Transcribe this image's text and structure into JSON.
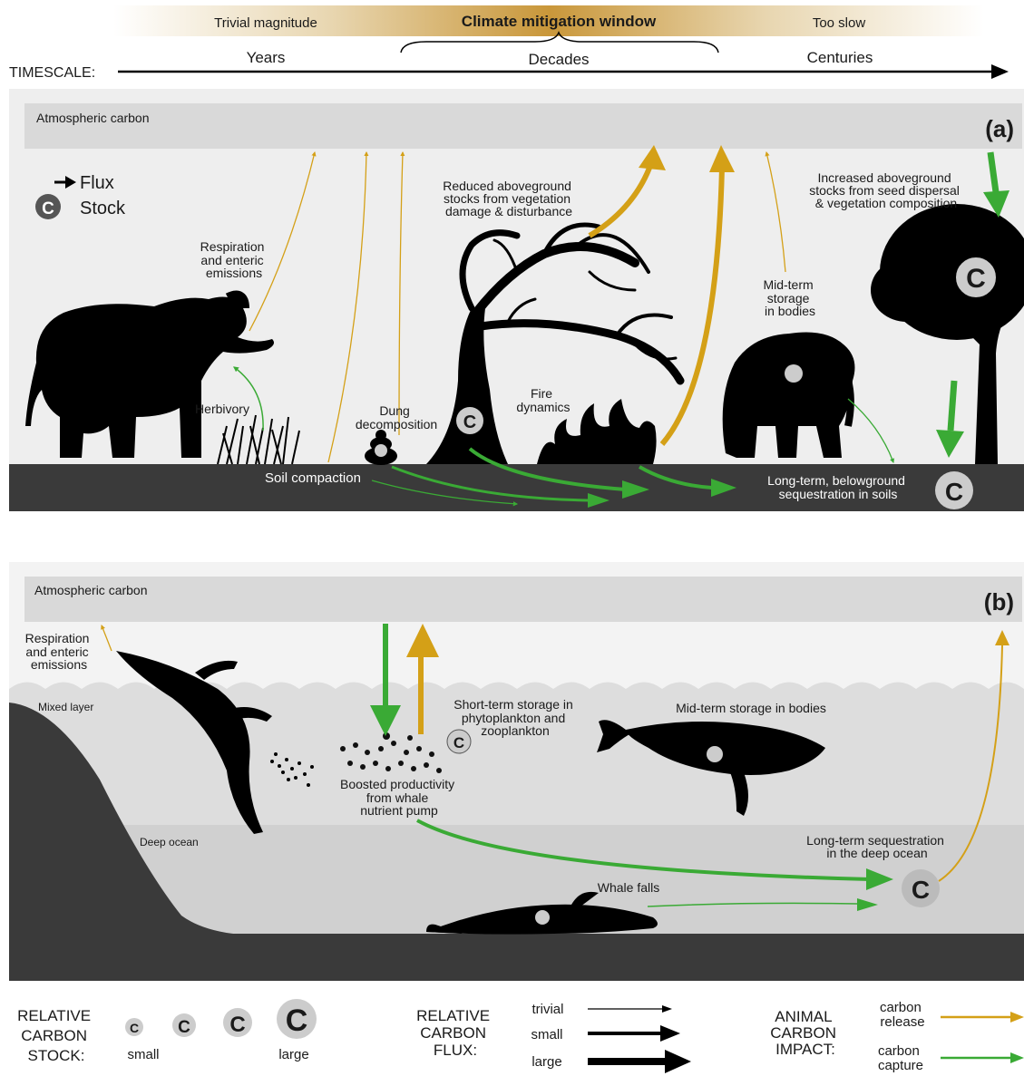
{
  "header": {
    "left_label": "Trivial magnitude",
    "center_label": "Climate mitigation window",
    "right_label": "Too slow",
    "timescale_label": "TIMESCALE:",
    "years": "Years",
    "decades": "Decades",
    "centuries": "Centuries"
  },
  "panel_a": {
    "atmosphere": "Atmospheric carbon",
    "tag": "(a)",
    "legend_flux": "Flux",
    "legend_stock": "Stock",
    "stock_letter": "C",
    "respiration": [
      "Respiration",
      "and enteric",
      "emissions"
    ],
    "herbivory": "Herbivory",
    "dung": [
      "Dung",
      "decomposition"
    ],
    "soil_compaction": "Soil compaction",
    "reduced_stocks": [
      "Reduced aboveground",
      "stocks from vegetation",
      "damage & disturbance"
    ],
    "fire": [
      "Fire",
      "dynamics"
    ],
    "mid_term": [
      "Mid-term",
      "storage",
      "in bodies"
    ],
    "increased_stocks": [
      "Increased aboveground",
      "stocks from seed dispersal",
      "& vegetation composition"
    ],
    "long_term": [
      "Long-term, belowground",
      "sequestration in soils"
    ]
  },
  "panel_b": {
    "atmosphere": "Atmospheric carbon",
    "tag": "(b)",
    "respiration": [
      "Respiration",
      "and enteric",
      "emissions"
    ],
    "mixed_layer": "Mixed layer",
    "deep_ocean": "Deep ocean",
    "short_term": [
      "Short-term storage in",
      "phytoplankton and",
      "zooplankton"
    ],
    "boosted": [
      "Boosted productivity",
      "from whale",
      "nutrient pump"
    ],
    "mid_term": "Mid-term storage in bodies",
    "long_term": [
      "Long-term sequestration",
      "in the deep ocean"
    ],
    "whale_falls": "Whale falls"
  },
  "legend": {
    "stock_title": [
      "RELATIVE",
      "CARBON",
      "STOCK:"
    ],
    "stock_small": "small",
    "stock_large": "large",
    "flux_title": [
      "RELATIVE",
      "CARBON",
      "FLUX:"
    ],
    "flux_trivial": "trivial",
    "flux_small": "small",
    "flux_large": "large",
    "impact_title": [
      "ANIMAL",
      "CARBON",
      "IMPACT:"
    ],
    "impact_release": [
      "carbon",
      "release"
    ],
    "impact_capture": [
      "carbon",
      "capture"
    ]
  },
  "colors": {
    "release": "#d4a017",
    "capture": "#3aaa35",
    "soil": "#3a3a3a",
    "sky": "#eeeeee",
    "atmosphere_bar": "#d9d9d9",
    "silhouette": "#000000"
  }
}
